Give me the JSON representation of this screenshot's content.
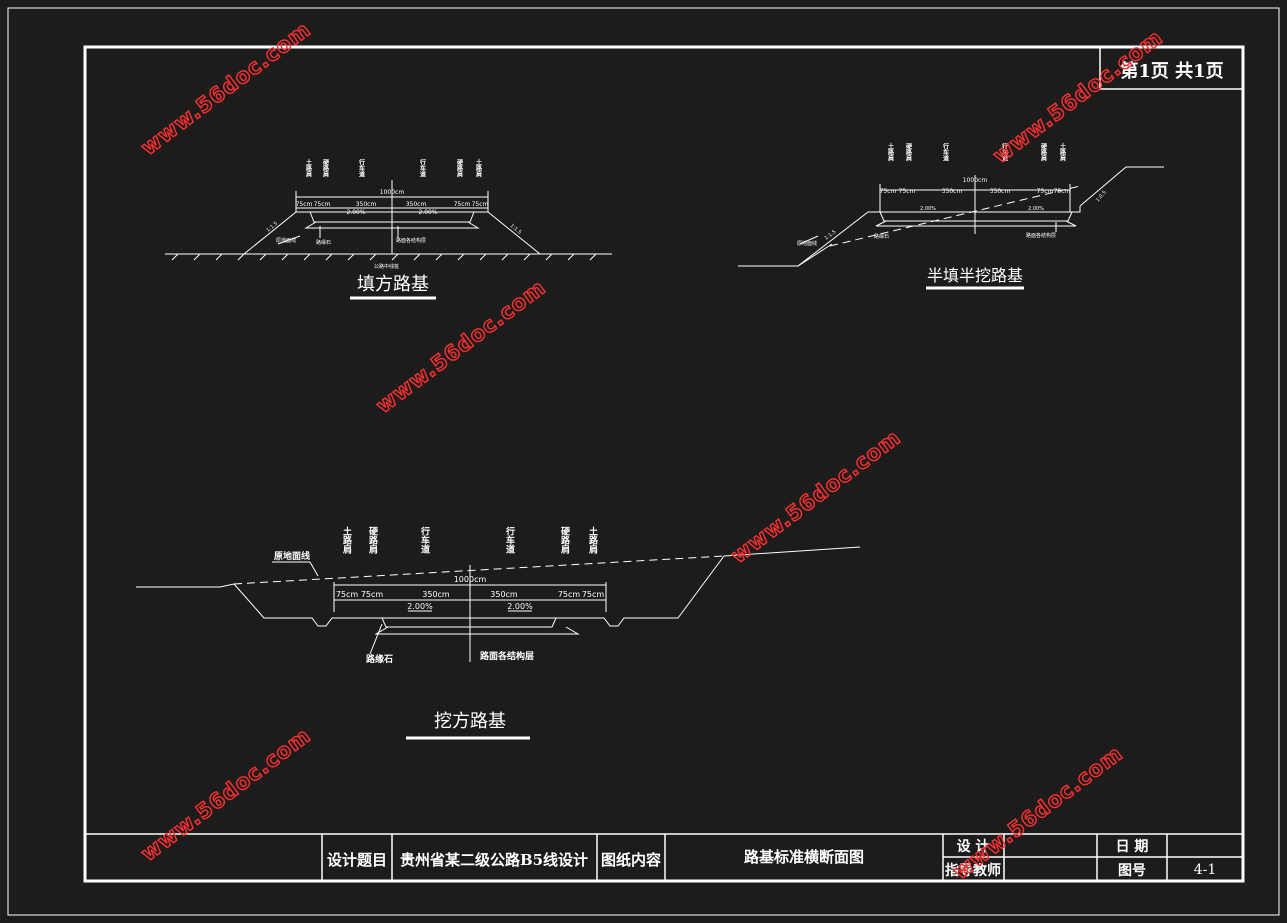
{
  "sheet": {
    "page_label": "第1页 共1页"
  },
  "watermark": "www.56doc.com",
  "sections": {
    "fill": {
      "title": "填方路基",
      "lanes": [
        "土路肩",
        "硬路肩",
        "行车道",
        "行车道",
        "硬路肩",
        "土路肩"
      ],
      "width_total": "1000cm",
      "widths": [
        "75cm",
        "75cm",
        "350cm",
        "350cm",
        "75cm",
        "75cm"
      ],
      "slopes": [
        "2.00%",
        "2.00%"
      ],
      "side_slope": [
        "1:1.5",
        "1:1.5"
      ],
      "notes": [
        "原地面线",
        "路缘石",
        "路面各结构层",
        "公路中线桩"
      ]
    },
    "half": {
      "title": "半填半挖路基",
      "lanes": [
        "土路肩",
        "硬路肩",
        "行车道",
        "行车道",
        "硬路肩",
        "土路肩"
      ],
      "width_total": "1000cm",
      "widths": [
        "75cm",
        "75cm",
        "350cm",
        "350cm",
        "75cm",
        "75cm"
      ],
      "slopes": [
        "2.00%",
        "2.00%"
      ],
      "side_slope": [
        "1:1.5",
        "1:0.5"
      ],
      "notes": [
        "原地面线",
        "路缘石",
        "路面各结构层"
      ]
    },
    "cut": {
      "title": "挖方路基",
      "lanes": [
        "土路肩",
        "硬路肩",
        "行车道",
        "行车道",
        "硬路肩",
        "土路肩"
      ],
      "width_total": "1000cm",
      "widths": [
        "75cm",
        "75cm",
        "350cm",
        "350cm",
        "75cm",
        "75cm"
      ],
      "slopes": [
        "2.00%",
        "2.00%"
      ],
      "notes": [
        "原地面线",
        "路缘石",
        "路面各结构层"
      ]
    }
  },
  "title_block": {
    "topic_label": "设计题目",
    "topic": "贵州省某二级公路B5线设计",
    "content_label": "图纸内容",
    "content": "路基标准横断面图",
    "designer_label": "设 计",
    "advisor_label": "指导教师",
    "date_label": "日 期",
    "drawing_no_label": "图号",
    "drawing_no": "4-1"
  }
}
